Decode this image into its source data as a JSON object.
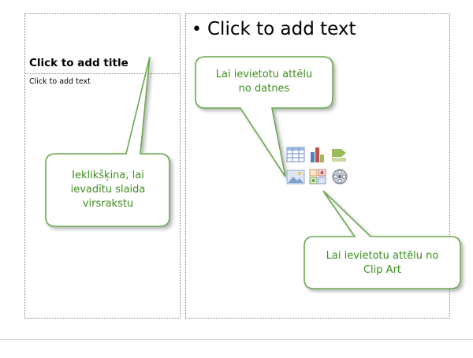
{
  "slide": {
    "title_placeholder": "Click to add title",
    "small_text_placeholder": "Click to add text",
    "content_bullet": "•",
    "content_text_placeholder": "Click to add text"
  },
  "callouts": {
    "insert_from_file": [
      "Lai ievietotu attēlu",
      "no datnes"
    ],
    "click_to_add_title": [
      "Ieklikšķina, lai",
      "ievadītu slaida",
      "virsrakstu"
    ],
    "insert_clip_art": [
      "Lai ievietotu attēlu no",
      "Clip Art"
    ]
  },
  "content_icons": [
    {
      "name": "table-icon"
    },
    {
      "name": "chart-icon"
    },
    {
      "name": "smartart-icon"
    },
    {
      "name": "picture-from-file-icon"
    },
    {
      "name": "clip-art-icon"
    },
    {
      "name": "media-clip-icon"
    }
  ],
  "colors": {
    "callout_border": "#6aa84f",
    "callout_text": "#3e8e1f",
    "placeholder_border": "#7f7f7f"
  }
}
